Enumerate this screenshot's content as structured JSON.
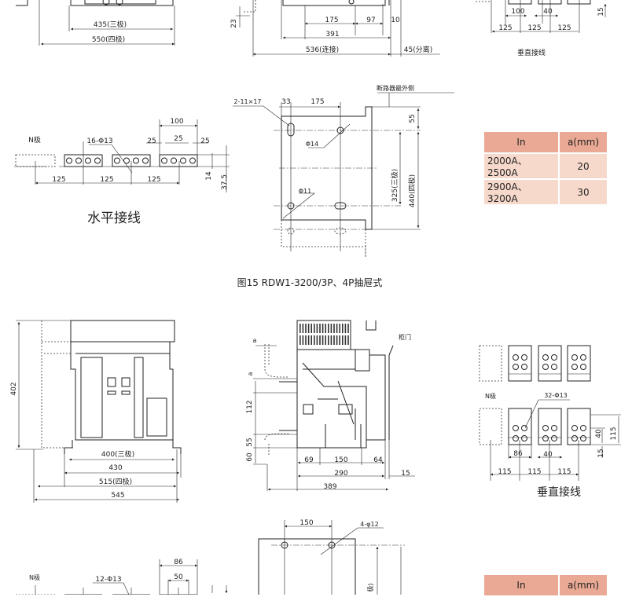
{
  "section_top": {
    "dim_435": "435(三极)",
    "dim_550": "550(四极)",
    "dim_23": "23",
    "dim_175": "175",
    "dim_97": "97",
    "dim_10": "10",
    "dim_391": "391",
    "dim_536": "536(连接)",
    "dim_45": "45(分离)",
    "dim_100": "100",
    "dim_40": "40",
    "dim_15": "15",
    "dim_125": "125",
    "vertical_label": "垂直接线"
  },
  "horizontal_wiring": {
    "n_pole": "N极",
    "holes": "16-Φ13",
    "dim_100": "100",
    "dim_25": "25",
    "dim_125": "125",
    "dim_14": "14",
    "dim_37_5": "37.5",
    "title": "水平接线"
  },
  "mounting": {
    "outer_side": "断路器最外侧",
    "slot": "2-11×17",
    "dim_33": "33",
    "dim_175": "175",
    "dim_55": "55",
    "phi14": "Φ14",
    "phi11": "Φ11",
    "dim_325": "325(三极)",
    "dim_440": "440(四极)"
  },
  "table1": {
    "headers": [
      "In",
      "a(mm)"
    ],
    "rows": [
      [
        "2000A、2500A",
        "20"
      ],
      [
        "2900A、3200A",
        "30"
      ]
    ]
  },
  "figure_caption": "图15 RDW1-3200/3P、4P抽屉式",
  "front_view": {
    "dim_402": "402",
    "dim_400": "400(三极)",
    "dim_430": "430",
    "dim_515": "515(四极)",
    "dim_545": "545"
  },
  "side_view": {
    "a": "a",
    "door": "柜门",
    "dim_112": "112",
    "dim_55": "55",
    "dim_60": "60",
    "dim_69": "69",
    "dim_150": "150",
    "dim_64": "64",
    "dim_290": "290",
    "dim_15": "15",
    "dim_389": "389"
  },
  "vertical_wiring": {
    "n_pole": "N极",
    "holes": "32-Φ13",
    "dim_86": "86",
    "dim_40": "40",
    "dim_115": "115",
    "dim_15": "15",
    "title": "垂直接线"
  },
  "bottom": {
    "n_pole": "N极",
    "holes": "12-Φ13",
    "dim_86": "86",
    "dim_50": "50",
    "dim_150": "150",
    "holes_mount": "4-φ12",
    "dim_partial": "极)"
  },
  "table2": {
    "headers": [
      "In",
      "a(mm)"
    ]
  }
}
